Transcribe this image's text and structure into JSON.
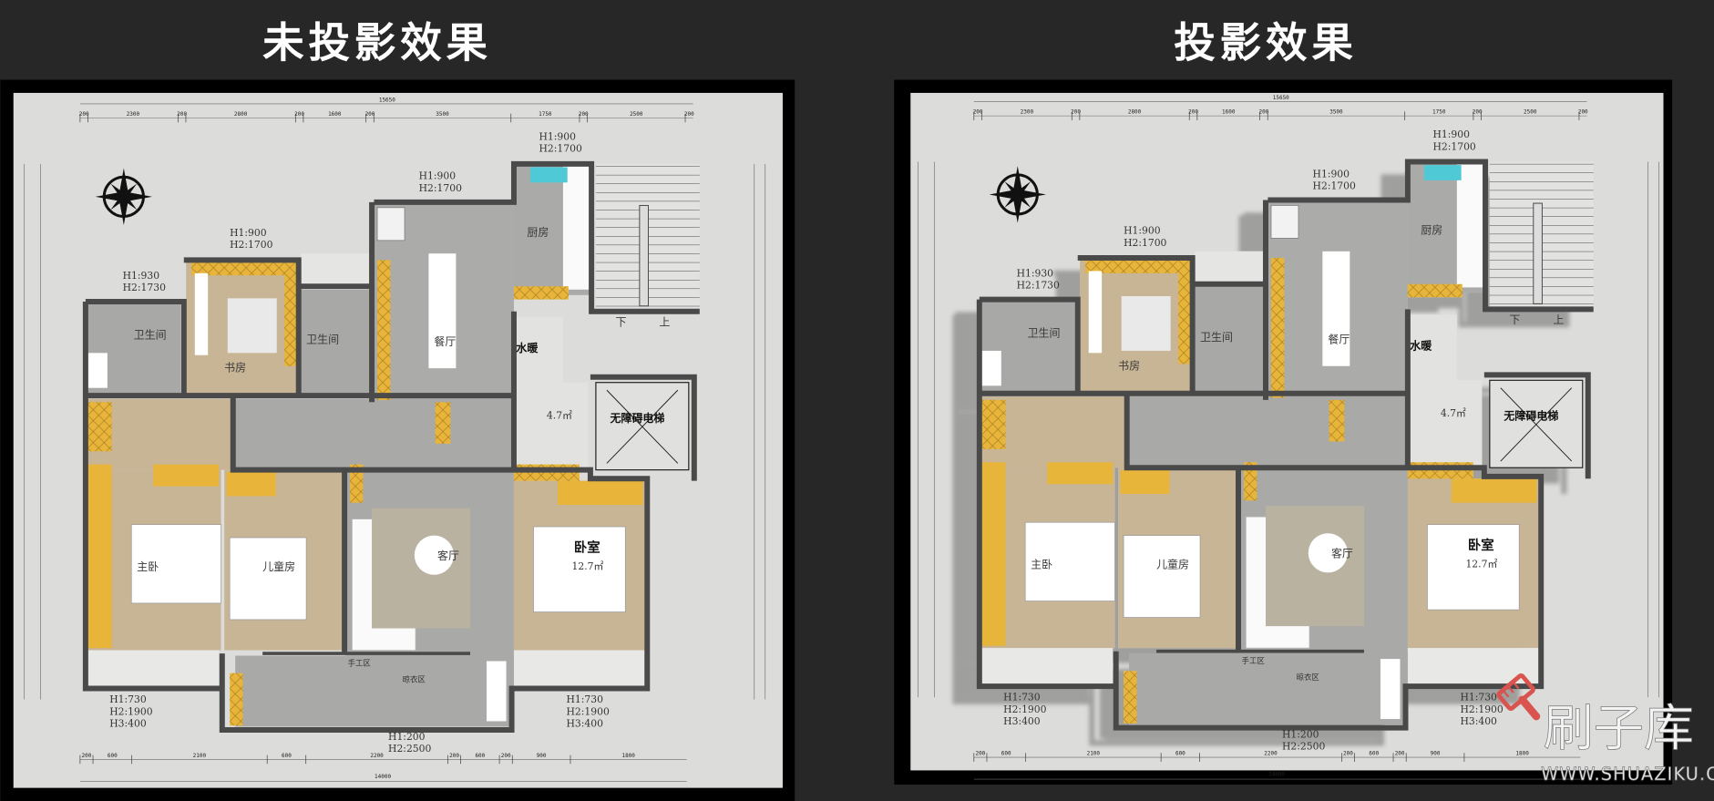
{
  "panels": {
    "left_title": "未投影效果",
    "right_title": "投影效果"
  },
  "colors": {
    "background": "#272727",
    "frame": "#000000",
    "paper": "#dcdcda",
    "wall": "#4a4a4a",
    "marble": "#a8a8a6",
    "wood": "#c8b595",
    "wardrobe": "#e8b53a",
    "watermark_brush": "#d9534f"
  },
  "plan": {
    "rooms": {
      "bath1": "卫生间",
      "study": "书房",
      "bath2": "卫生间",
      "dining": "餐厅",
      "kitchen": "厨房",
      "down": "下",
      "up": "上",
      "plumbing": "水暖",
      "lobby_area": "4.7㎡",
      "elevator": "无障碍电梯",
      "master": "主卧",
      "kids": "儿童房",
      "living": "客厅",
      "bedroom": "卧室",
      "bedroom_area": "12.7㎡",
      "craft": "手工区",
      "laundry": "晾衣区"
    },
    "windows": {
      "bath1": [
        "H1:930",
        "H2:1730"
      ],
      "study": [
        "H1:900",
        "H2:1700"
      ],
      "dining": [
        "H1:900",
        "H2:1700"
      ],
      "kitchen": [
        "H1:900",
        "H2:1700"
      ],
      "balcony_left": [
        "H1:730",
        "H2:1900",
        "H3:400"
      ],
      "balcony_right": [
        "H1:730",
        "H2:1900",
        "H3:400"
      ],
      "balcony_bottom": [
        "H1:200",
        "H2:2500"
      ]
    },
    "dims_top_total": "15650",
    "dims_top": [
      "200",
      "2300",
      "200",
      "2800",
      "200",
      "1600",
      "200",
      "3500",
      "1750",
      "200",
      "2500",
      "200"
    ],
    "dims_bottom_total": "14000",
    "dims_bottom": [
      "200",
      "600",
      "2100",
      "600",
      "2200",
      "200",
      "600",
      "200",
      "900",
      "1800"
    ]
  },
  "watermark": {
    "brand": "刷子库",
    "url": "WWW.SHUAZIKU.COM",
    "icon": "paint-brush-icon"
  }
}
